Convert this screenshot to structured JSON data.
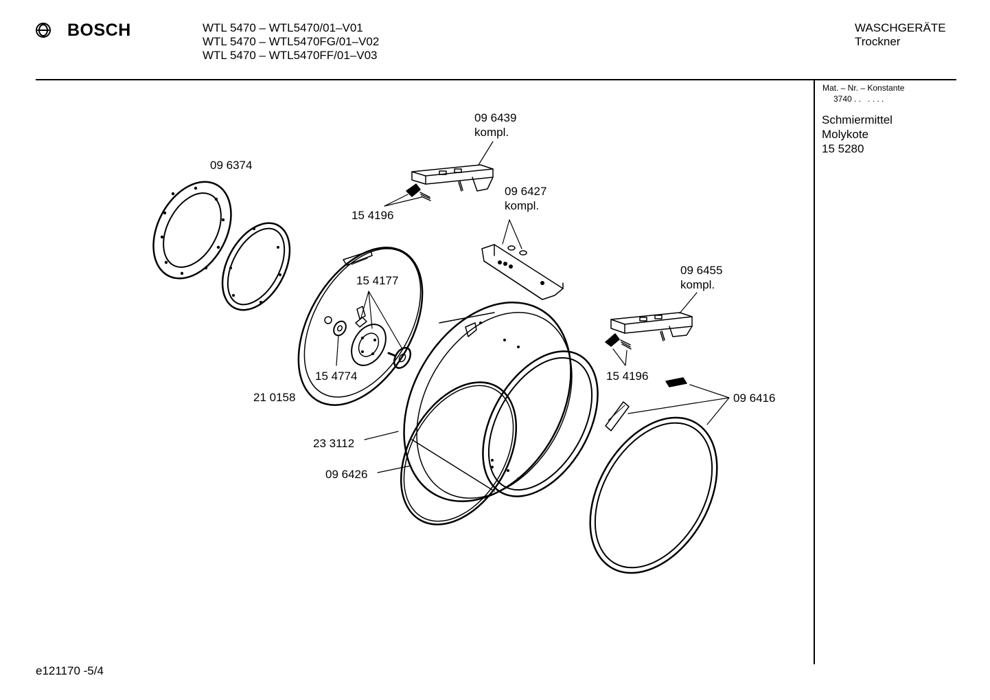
{
  "header": {
    "brand": "BOSCH",
    "models": [
      "WTL 5470 – WTL5470/01–V01",
      "WTL 5470 – WTL5470FG/01–V02",
      "WTL 5470 – WTL5470FF/01–V03"
    ],
    "category": "WASCHGERÄTE",
    "subcategory": "Trockner"
  },
  "sidebar": {
    "mat_label": "Mat. – Nr. – Konstante",
    "mat_value": "3740 . .   . . . .",
    "lubricant_lines": [
      "Schmiermittel",
      "Molykote",
      "15 5280"
    ]
  },
  "labels": {
    "p_096439": [
      "09 6439",
      "kompl."
    ],
    "p_096374": "09 6374",
    "p_154196_top": "15 4196",
    "p_096427": [
      "09 6427",
      "kompl."
    ],
    "p_154177": "15 4177",
    "p_096455": [
      "09 6455",
      "kompl."
    ],
    "p_154774": "15 4774",
    "p_154196_right": "15 4196",
    "p_210158": "21 0158",
    "p_096416": "09 6416",
    "p_233112": "23 3112",
    "p_096426": "09 6426"
  },
  "footer": {
    "doc_id": "e121170 -5/4"
  }
}
